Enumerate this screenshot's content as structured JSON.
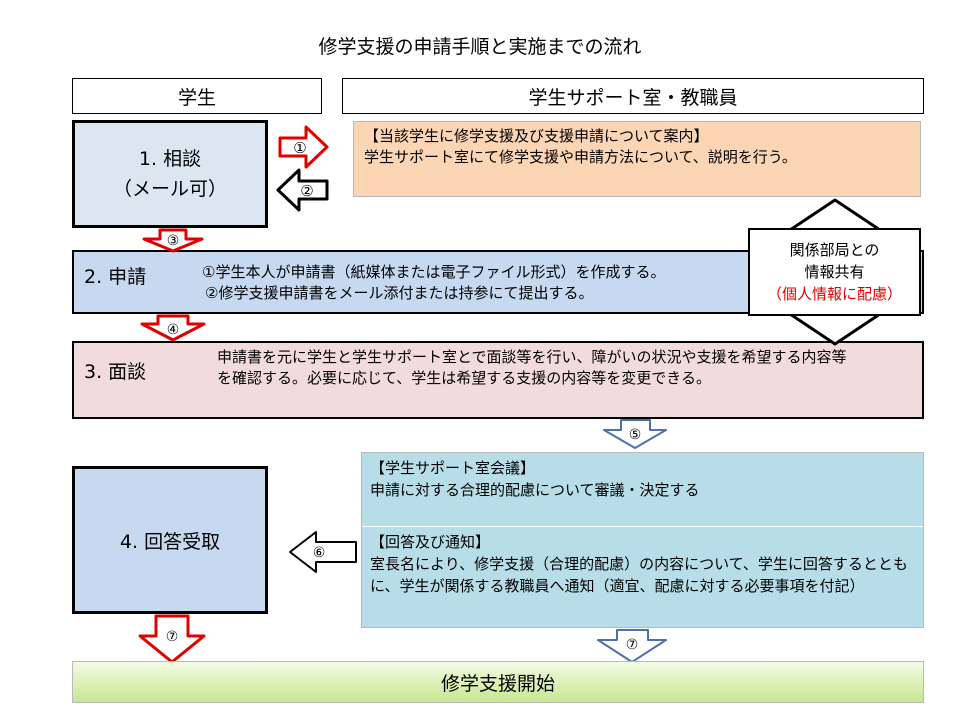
{
  "title": "修学支援の申請手順と実施までの流れ",
  "headers": {
    "student": "学生",
    "staff": "学生サポート室・教職員"
  },
  "step1": {
    "line1": "1. 相談",
    "line2": "（メール可）"
  },
  "guidance": {
    "heading": "【当該学生に修学支援及び支援申請について案内】",
    "body": "学生サポート室にて修学支援や申請方法について、説明を行う。"
  },
  "step2": {
    "label": "2. 申請",
    "line1": "①学生本人が申請書（紙媒体または電子ファイル形式）を作成する。",
    "line2": "②修学支援申請書をメール添付または持参にて提出する。"
  },
  "step3": {
    "label": "3. 面談",
    "text": "申請書を元に学生と学生サポート室とで面談等を行い、障がいの状況や支援を希望する内容等を確認する。必要に応じて、学生は希望する支援の内容等を変更できる。"
  },
  "info_share": {
    "line1": "関係部局との",
    "line2": "情報共有",
    "line3": "（個人情報に配慮）"
  },
  "step4": {
    "label": "4. 回答受取"
  },
  "council": {
    "heading": "【学生サポート室会議】",
    "body": "申請に対する合理的配慮について審議・決定する"
  },
  "notice": {
    "heading": "【回答及び通知】",
    "body": "室長名により、修学支援（合理的配慮）の内容について、学生に回答するとともに、学生が関係する教職員へ通知（適宜、配慮に対する必要事項を付記）"
  },
  "start": "修学支援開始",
  "arrows": [
    "①",
    "②",
    "③",
    "④",
    "⑤",
    "⑥",
    "⑦",
    "⑦"
  ],
  "colors": {
    "step1_fill": "#dce6f1",
    "guidance_fill": "#fcd5b4",
    "step2_fill": "#c6d9f0",
    "step3_fill": "#f2dcdb",
    "teal_fill": "#b7dee8",
    "start_fill": "#c5e88f",
    "red_arrow": "#e00000",
    "blue_arrow": "#4f6fa8"
  }
}
